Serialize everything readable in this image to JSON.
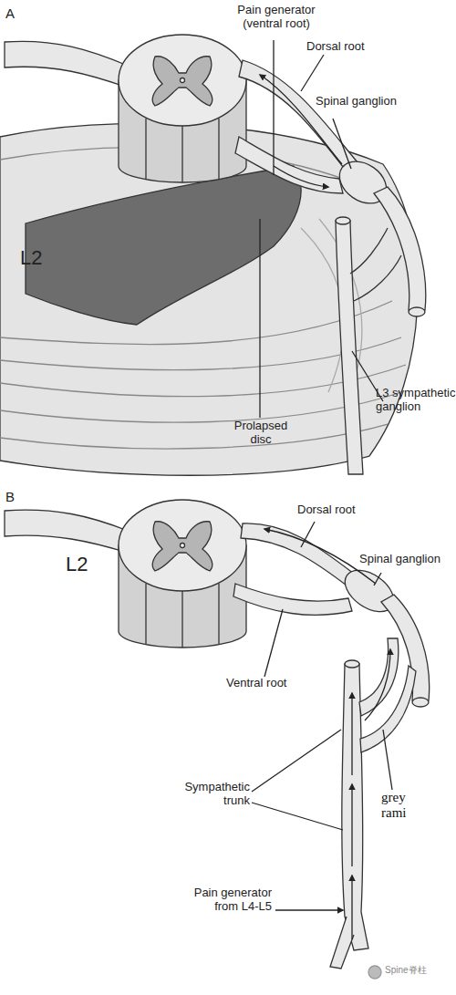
{
  "diagram": {
    "labels": [
      "A",
      "Pain generator (ventral root)",
      "Dorsal root",
      "Spinal ganglion",
      "L2",
      "L3 sympathetic ganglion",
      "Prolapsed disc",
      "B",
      "Dorsal root",
      "Spinal ganglion",
      "L2",
      "Ventral root",
      "Sympathetic trunk",
      "grey rami",
      "Pain generator from L4-L5",
      "Spine脊柱"
    ]
  }
}
